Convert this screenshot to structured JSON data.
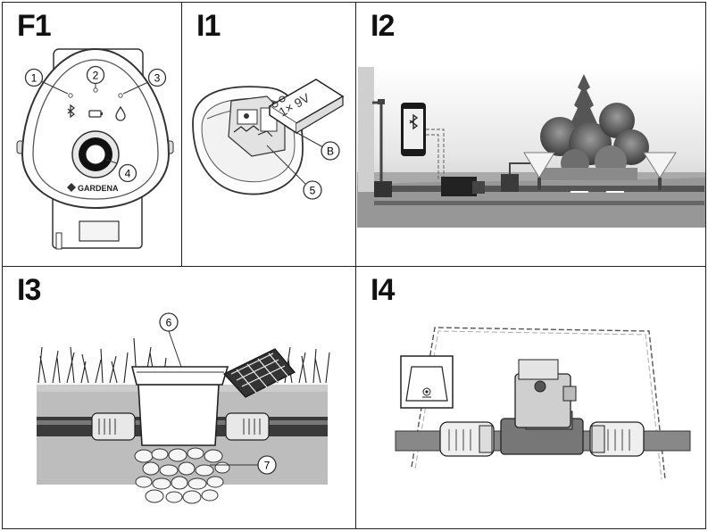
{
  "panels": {
    "f1": {
      "label": "F1",
      "brand": "GARDENA",
      "callouts": [
        "1",
        "2",
        "3",
        "4"
      ]
    },
    "i1": {
      "label": "I1",
      "battery_text": "1× 9V",
      "callouts": [
        "B",
        "5"
      ]
    },
    "i2": {
      "label": "I2"
    },
    "i3": {
      "label": "I3",
      "callouts": [
        "6",
        "7"
      ]
    },
    "i4": {
      "label": "I4"
    }
  },
  "icons": [
    "bluetooth-icon",
    "battery-icon",
    "water-drop-icon",
    "smartphone-icon",
    "tap-icon",
    "sprinkler-icon",
    "solar-panel-icon",
    "valve-icon",
    "valve-box-icon"
  ]
}
